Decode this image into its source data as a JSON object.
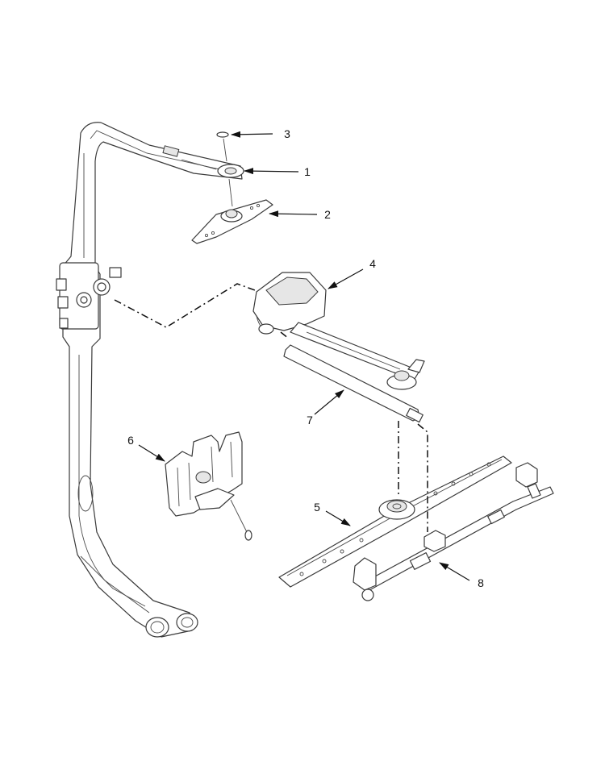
{
  "callouts": [
    {
      "id": "c1",
      "label": "1"
    },
    {
      "id": "c2",
      "label": "2"
    },
    {
      "id": "c3",
      "label": "3"
    },
    {
      "id": "c4",
      "label": "4"
    },
    {
      "id": "c5",
      "label": "5"
    },
    {
      "id": "c6",
      "label": "6"
    },
    {
      "id": "c7",
      "label": "7"
    },
    {
      "id": "c8",
      "label": "8"
    }
  ],
  "colors": {
    "line": "#3a3a3a",
    "shade": "#e6e6e6",
    "background": "#ffffff"
  }
}
